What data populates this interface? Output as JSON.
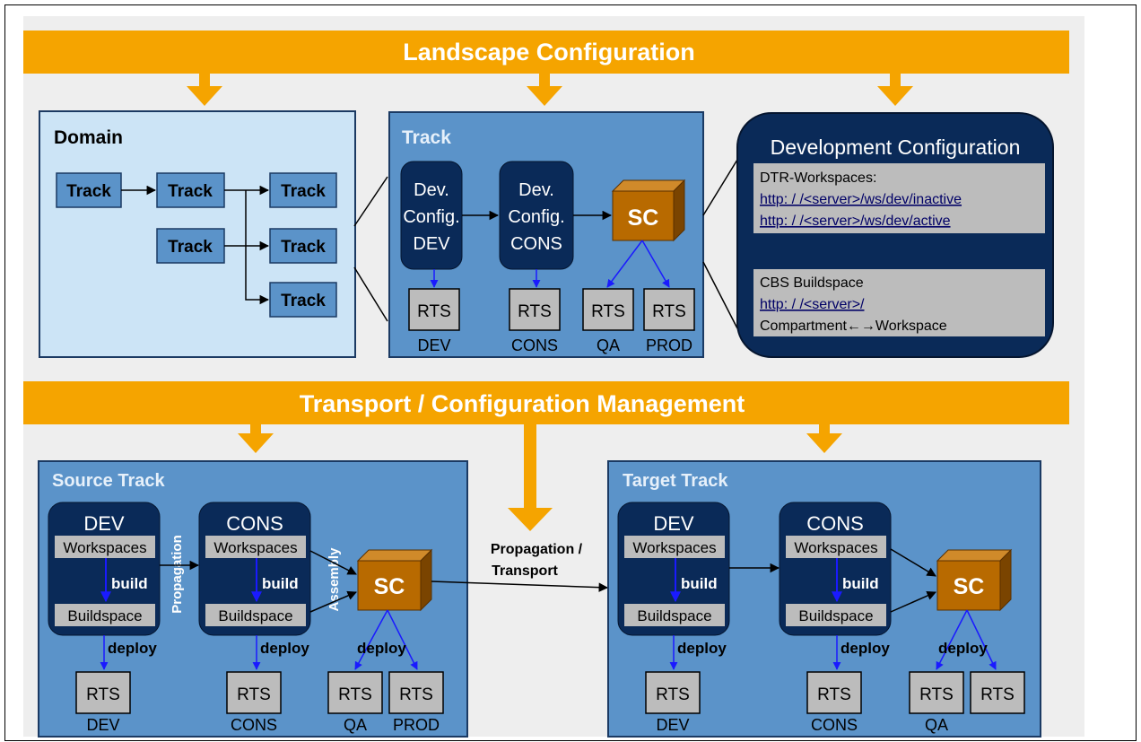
{
  "top_banner": "Landscape Configuration",
  "mid_banner": "Transport / Configuration Management",
  "domain": {
    "title": "Domain",
    "tracks": [
      "Track",
      "Track",
      "Track",
      "Track",
      "Track",
      "Track"
    ]
  },
  "track": {
    "title": "Track",
    "dev_config_dev": [
      "Dev.",
      "Config.",
      "DEV"
    ],
    "dev_config_cons": [
      "Dev.",
      "Config.",
      "CONS"
    ],
    "sc": "SC",
    "rts": "RTS",
    "labels": [
      "DEV",
      "CONS",
      "QA",
      "PROD"
    ]
  },
  "dev_config": {
    "title": "Development Configuration",
    "dtr_title": "DTR-Workspaces:",
    "dtr_link1": "http: / /<server>/ws/dev/inactive",
    "dtr_link2": "http: / /<server>/ws/dev/active",
    "cbs_title": "CBS Buildspace",
    "cbs_link": "http: / /<server>/",
    "compartment": "Compartment←→Workspace"
  },
  "source_track": {
    "title": "Source Track",
    "dev_title": "DEV",
    "cons_title": "CONS",
    "workspaces": "Workspaces",
    "build": "build",
    "buildspace": "Buildspace",
    "propagation": "Propagation",
    "assembly": "Assembly",
    "sc": "SC",
    "deploy": "deploy",
    "rts": "RTS",
    "labels": [
      "DEV",
      "CONS",
      "QA",
      "PROD"
    ]
  },
  "transport_label": [
    "Propagation /",
    "Transport"
  ],
  "target_track": {
    "title": "Target Track",
    "dev_title": "DEV",
    "cons_title": "CONS",
    "workspaces": "Workspaces",
    "build": "build",
    "buildspace": "Buildspace",
    "sc": "SC",
    "deploy": "deploy",
    "rts": "RTS",
    "labels": [
      "DEV",
      "CONS",
      "QA"
    ]
  },
  "colors": {
    "orange": "#f5a400",
    "light_blue": "#cce4f6",
    "mid_blue": "#5b93c9",
    "dark_navy": "#0a2a58",
    "sc_brown": "#b86a00",
    "gray": "#bcbcbc",
    "arrow_blue": "#1a1aff"
  }
}
